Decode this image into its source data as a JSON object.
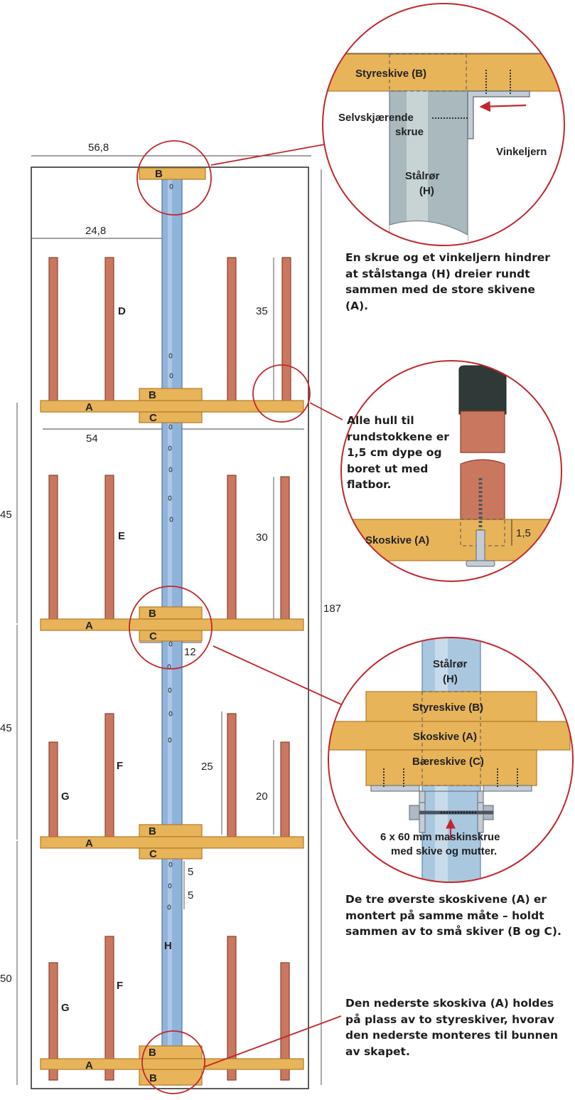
{
  "colors": {
    "wood": "#e8b45a",
    "wood_dark": "#b27a2a",
    "dowel": "#c9785f",
    "dowel_dark": "#8d3f2b",
    "pipe": "#8fb3d9",
    "pipe_dark": "#5f84ad",
    "callout_circle": "#c0272d",
    "frame": "#333333",
    "cap": "#2e3a38"
  },
  "main": {
    "dims": {
      "top_width": "56,8",
      "half_width": "24,8",
      "shelf_width": "54",
      "plate_width": "12",
      "total_height": "187",
      "gap_upper": "45",
      "gap_middle": "45",
      "gap_lower": "50",
      "dowel_d": "35",
      "dowel_e": "30",
      "dowel_f": "25",
      "dowel_g": "20",
      "hole_spacing_1": "5",
      "hole_spacing_2": "5"
    },
    "labels": {
      "top_b": "B",
      "shelf1_b": "B",
      "shelf1_a": "A",
      "shelf1_c": "C",
      "shelf2_b": "B",
      "shelf2_a": "A",
      "shelf2_c": "C",
      "shelf3_b": "B",
      "shelf3_a": "A",
      "shelf3_c": "C",
      "bottom_b_top": "B",
      "bottom_a": "A",
      "bottom_b": "B",
      "dowel_d": "D",
      "dowel_e": "E",
      "dowel_f1": "F",
      "dowel_g1": "G",
      "dowel_f2": "F",
      "dowel_g2": "G",
      "pipe": "H"
    }
  },
  "detail_top": {
    "plate_label": "Styreskive (B)",
    "screw_label_1": "Selvskjærende",
    "screw_label_2": "skrue",
    "pipe_label_1": "Stålrør",
    "pipe_label_2": "(H)",
    "bracket_label": "Vinkeljern"
  },
  "detail_mid": {
    "board_label": "Skoskive (A)",
    "depth": "1,5"
  },
  "detail_low": {
    "pipe_label_1": "Stålrør",
    "pipe_label_2": "(H)",
    "guide_label": "Styreskive (B)",
    "shelf_label": "Skoskive (A)",
    "carrier_label": "Bæreskive (C)",
    "bolt_label_1": "6 x 60 mm maskinskrue",
    "bolt_label_2": "med skive og mutter."
  },
  "captions": {
    "c1": "En skrue og et vinkeljern hindrer at stålstanga (H) dreier rundt sammen med de store skivene (A).",
    "c2": "Alle hull til rundstokkene er 1,5 cm dype og boret ut med flatbor.",
    "c3": "De tre øverste skoskivene (A) er montert på samme måte – holdt sammen av to små skiver (B og C).",
    "c4": "Den nederste skoskiva (A) holdes på plass av to styreskiver, hvorav den nederste monteres til bunnen av skapet."
  }
}
